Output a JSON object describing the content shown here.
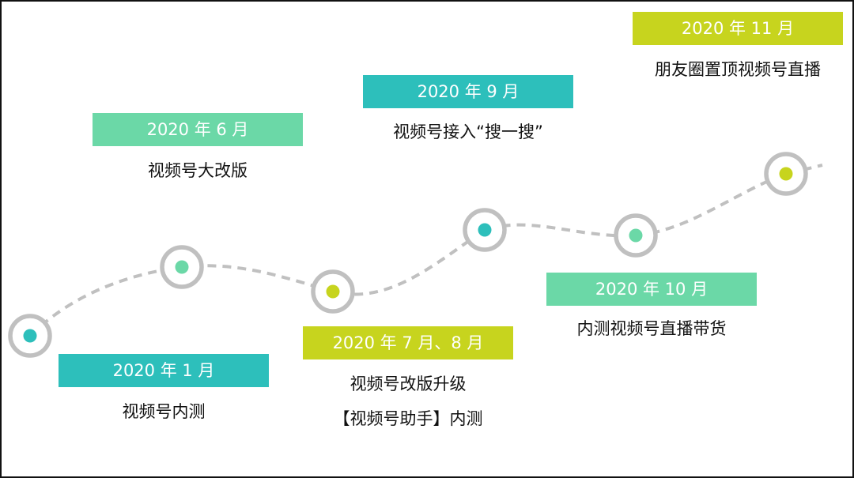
{
  "colors": {
    "teal": "#2dbfbb",
    "mint": "#6bd8a7",
    "lime": "#c7d41e",
    "line": "#c0c0c0"
  },
  "milestones": [
    {
      "date": "2020 年 1 月",
      "lines": [
        "视频号内测"
      ],
      "color": "teal"
    },
    {
      "date": "2020 年 6 月",
      "lines": [
        "视频号大改版"
      ],
      "color": "mint"
    },
    {
      "date": "2020 年 7 月、8 月",
      "lines": [
        "视频号改版升级",
        "【视频号助手】内测"
      ],
      "color": "lime"
    },
    {
      "date": "2020 年 9 月",
      "lines": [
        "视频号接入“搜一搜”"
      ],
      "color": "teal"
    },
    {
      "date": "2020 年 10 月",
      "lines": [
        "内测视频号直播带货"
      ],
      "color": "mint"
    },
    {
      "date": "2020 年 11 月",
      "lines": [
        "朋友圈置顶视频号直播"
      ],
      "color": "lime"
    }
  ]
}
